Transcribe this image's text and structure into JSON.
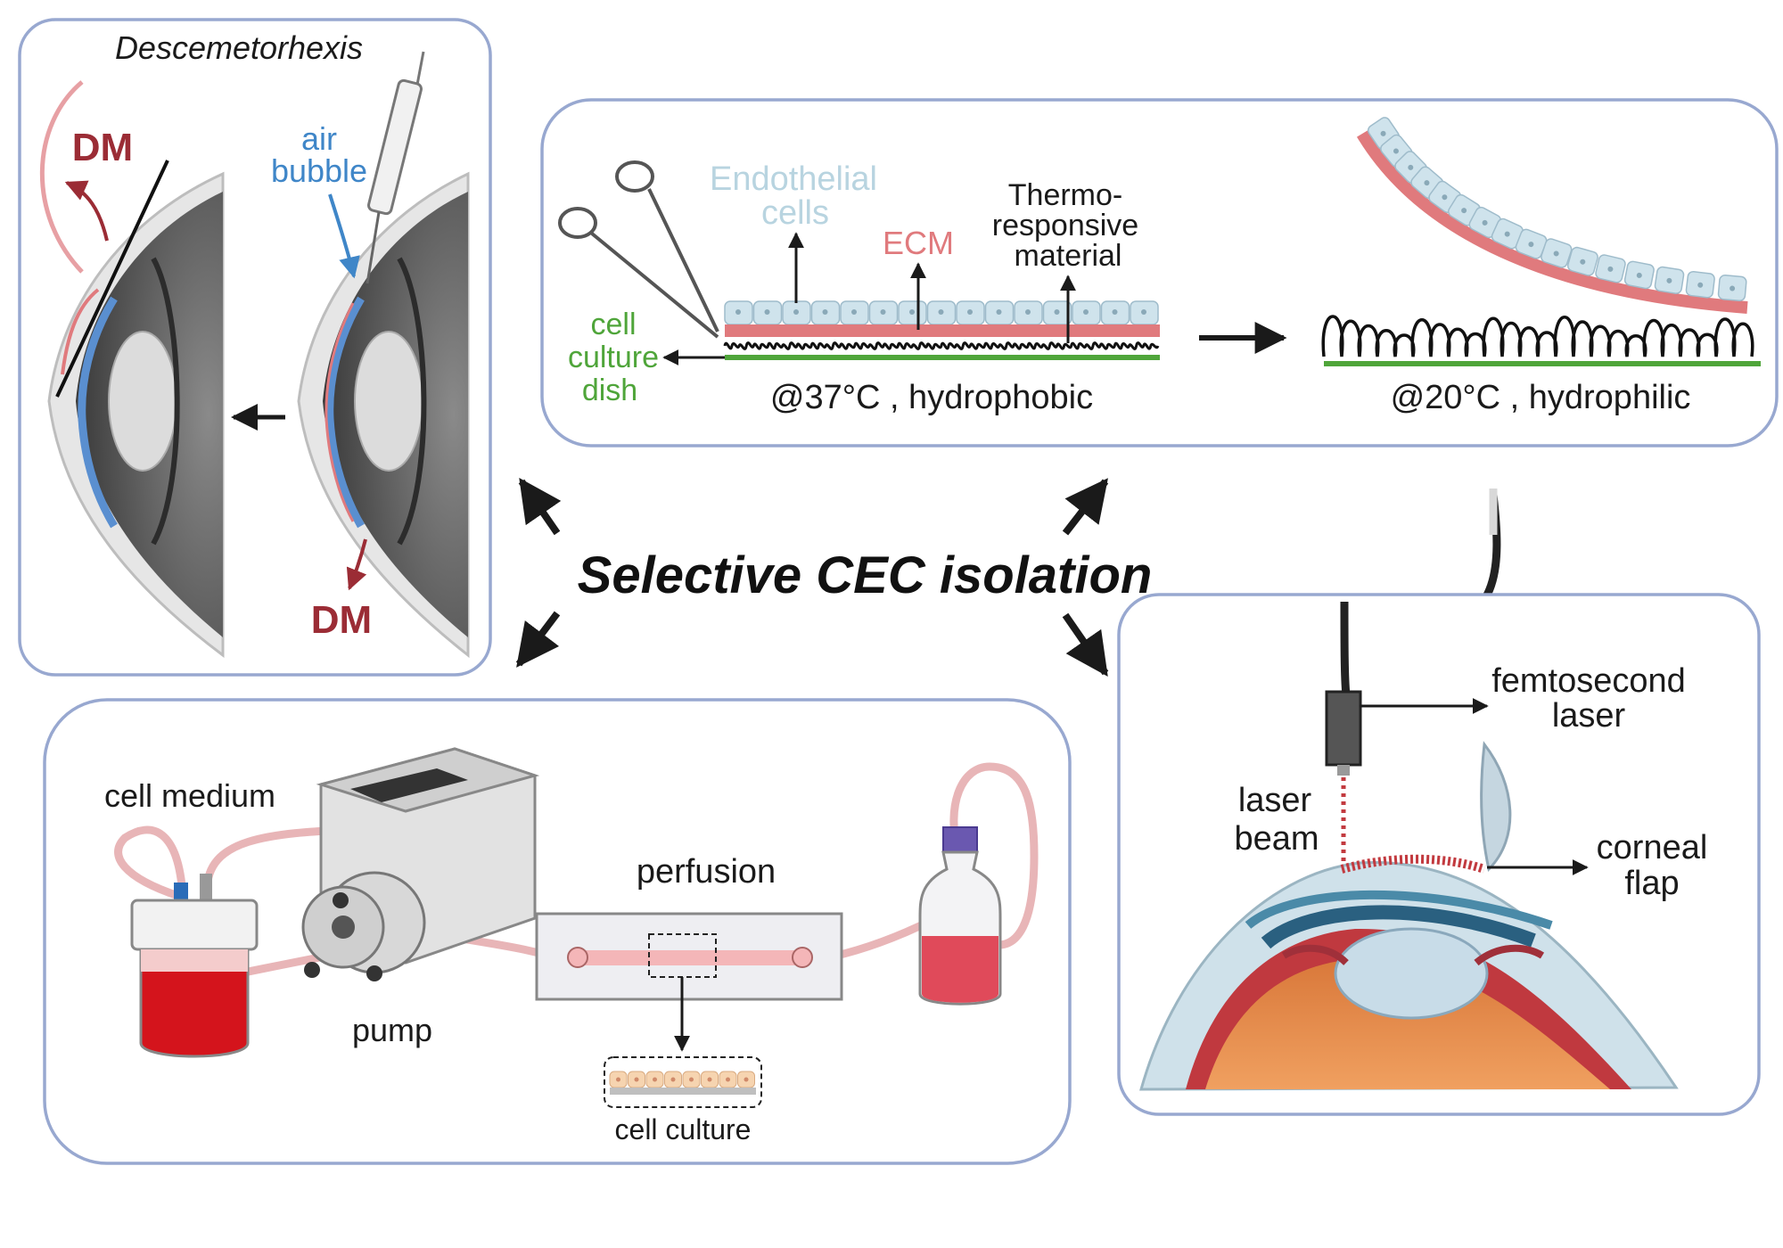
{
  "title": "Selective CEC isolation",
  "panels": {
    "descemetorhexis": {
      "title": "Descemetorhexis",
      "dm_label_left": "DM",
      "dm_label_right": "DM",
      "air_bubble_line1": "air",
      "air_bubble_line2": "bubble"
    },
    "thermo": {
      "endothelial_line1": "Endothelial",
      "endothelial_line2": "cells",
      "ecm": "ECM",
      "thermo_line1": "Thermo-",
      "thermo_line2": "responsive",
      "thermo_line3": "material",
      "dish_line1": "cell",
      "dish_line2": "culture",
      "dish_line3": "dish",
      "cond_left": "@37°C , hydrophobic",
      "cond_right": "@20°C , hydrophilic"
    },
    "perfusion": {
      "cell_medium": "cell medium",
      "pump": "pump",
      "perfusion": "perfusion",
      "cell_culture": "cell culture"
    },
    "laser": {
      "femto_line1": "femtosecond",
      "femto_line2": "laser",
      "beam_line1": "laser",
      "beam_line2": "beam",
      "flap_line1": "corneal",
      "flap_line2": "flap"
    }
  },
  "colors": {
    "panel_border": "#98a8d0",
    "dm_red": "#9b2c35",
    "air_blue": "#3f86c8",
    "endothelial": "#b8d4e0",
    "ecm": "#e07a7d",
    "dish_green": "#4fa53a",
    "medium_red": "#d4141c"
  }
}
